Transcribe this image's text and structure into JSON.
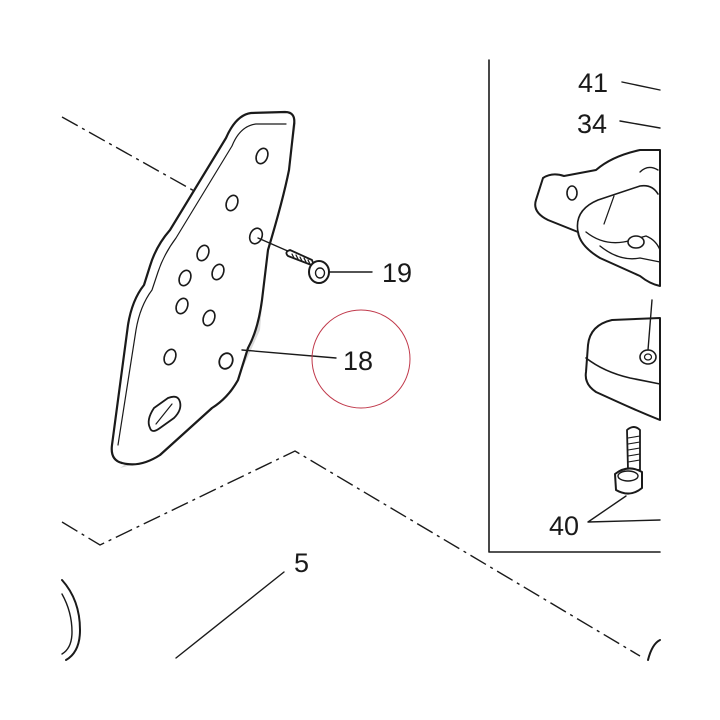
{
  "callouts": {
    "c18": "18",
    "c19": "19",
    "c5": "5",
    "c40": "40",
    "c34": "34",
    "c41": "41"
  },
  "highlight": {
    "target": "18",
    "color": "#c0394b"
  }
}
